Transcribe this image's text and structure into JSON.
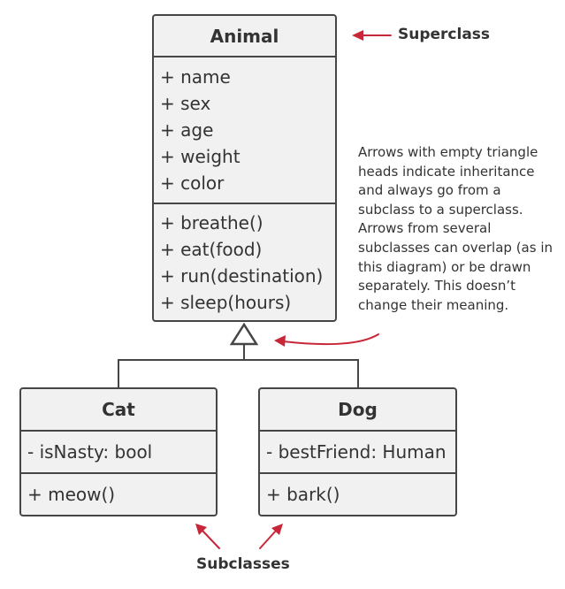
{
  "classes": {
    "animal": {
      "name": "Animal",
      "fields": [
        "+ name",
        "+ sex",
        "+ age",
        "+ weight",
        "+ color"
      ],
      "methods": [
        "+ breathe()",
        "+ eat(food)",
        "+ run(destination)",
        "+ sleep(hours)"
      ]
    },
    "cat": {
      "name": "Cat",
      "fields": [
        "- isNasty: bool"
      ],
      "methods": [
        "+ meow()"
      ]
    },
    "dog": {
      "name": "Dog",
      "fields": [
        "- bestFriend: Human"
      ],
      "methods": [
        "+ bark()"
      ]
    }
  },
  "annotations": {
    "superclass": "Superclass",
    "subclasses": "Subclasses",
    "note_lines": [
      "Arrows with empty triangle",
      "heads indicate inheritance",
      "and always go from a",
      "subclass to a superclass.",
      "Arrows from several",
      "subclasses can overlap (as in",
      "this diagram) or be drawn",
      "separately. This doesn’t",
      "change their meaning."
    ]
  },
  "colors": {
    "border": "#464646",
    "fill": "#f1f1f1",
    "annotation_arrow": "#c8273a",
    "text": "#333333"
  }
}
